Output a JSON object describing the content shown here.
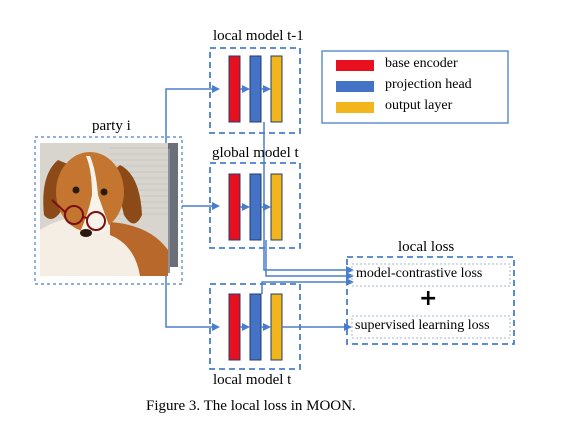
{
  "party": {
    "label": "party i"
  },
  "models": {
    "prev": {
      "label": "local model t-1"
    },
    "global": {
      "label": "global model t"
    },
    "local": {
      "label": "local model t"
    }
  },
  "legend": {
    "items": [
      {
        "label": "base encoder",
        "color": "#e8101e"
      },
      {
        "label": "projection head",
        "color": "#4472c4"
      },
      {
        "label": "output layer",
        "color": "#f2b51b"
      }
    ]
  },
  "loss": {
    "title": "local loss",
    "contrastive": "model-contrastive loss",
    "plus": "+",
    "supervised": "supervised learning loss"
  },
  "caption": "Figure 3. The local loss in MOON.",
  "colors": {
    "dash": "#4a7ecb",
    "arrow": "#4a7ecb",
    "dash_light": "#a8b8cc"
  }
}
